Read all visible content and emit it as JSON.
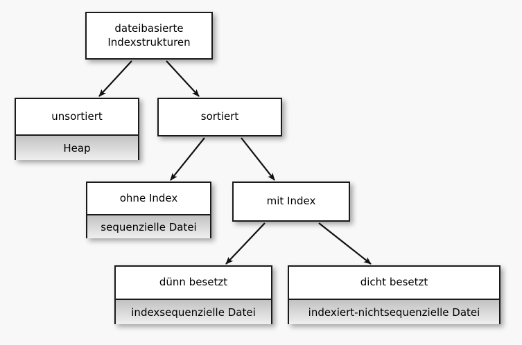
{
  "diagram": {
    "title": "dateibasierte Indexstrukturen",
    "background_color": "#f8f8f8",
    "node_fill": "#ffffff",
    "subrow_fill": "#d8d8d8",
    "border_color": "#1a1a1a",
    "nodes": [
      {
        "id": "root",
        "title": "dateibasierte\nIndexstrukturen",
        "sub": null
      },
      {
        "id": "unsorted",
        "title": "unsortiert",
        "sub": "Heap"
      },
      {
        "id": "sorted",
        "title": "sortiert",
        "sub": null
      },
      {
        "id": "noindex",
        "title": "ohne Index",
        "sub": "sequenzielle Datei"
      },
      {
        "id": "withindex",
        "title": "mit Index",
        "sub": null
      },
      {
        "id": "sparse",
        "title": "dünn besetzt",
        "sub": "indexsequenzielle Datei"
      },
      {
        "id": "dense",
        "title": "dicht besetzt",
        "sub": "indexiert-nichtsequenzielle Datei"
      }
    ],
    "edges": [
      {
        "from": "root",
        "to": "unsorted"
      },
      {
        "from": "root",
        "to": "sorted"
      },
      {
        "from": "sorted",
        "to": "noindex"
      },
      {
        "from": "sorted",
        "to": "withindex"
      },
      {
        "from": "withindex",
        "to": "sparse"
      },
      {
        "from": "withindex",
        "to": "dense"
      }
    ]
  }
}
